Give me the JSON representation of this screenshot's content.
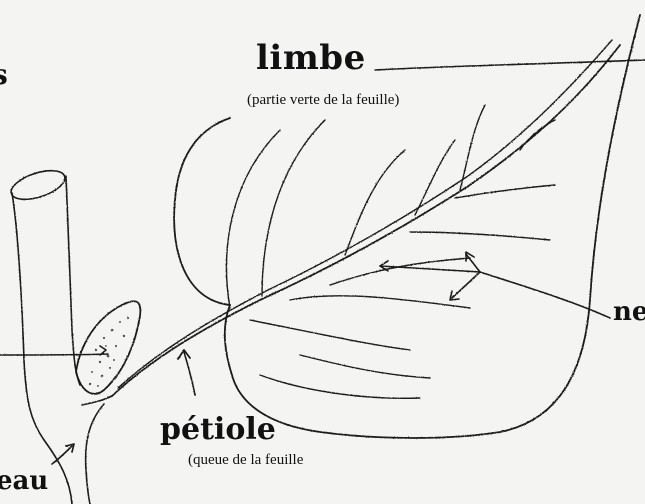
{
  "diagram": {
    "labels": {
      "limbe": "limbe",
      "limbe_note": "(partie verte de la feuille)",
      "petiole": "pétiole",
      "petiole_note": "(queue de la feuille",
      "nervure_partial": "ne",
      "rameau_partial": "eau",
      "top_left_partial": "s"
    },
    "colors": {
      "ink": "#1a1a1a",
      "paper": "#f4f4f2",
      "speckle": "#555555"
    }
  }
}
